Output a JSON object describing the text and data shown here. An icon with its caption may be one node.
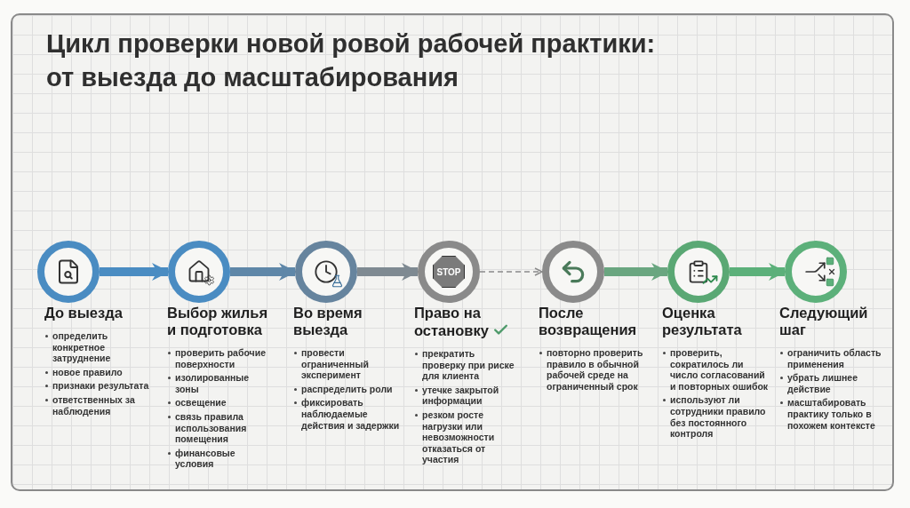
{
  "diagram": {
    "title": "Цикл проверки новой ровой рабочей практики: от выезда до масштабирования",
    "nodes": [
      {
        "text": [
          "До выезда"
        ]
      },
      {
        "text": [
          "Выбор жилья и подготовка"
        ]
      },
      {
        "text": [
          "Во время выезда"
        ]
      },
      {
        "text": [
          "Право на остановку"
        ]
      },
      {
        "text": [
          "После возвращения"
        ]
      },
      {
        "text": [
          "Оценка результата"
        ]
      },
      {
        "text": [
          "Следующий шаг"
        ]
      }
    ],
    "edges": [
      {
        "from": 0,
        "to": 1,
        "arrow": "to",
        "color": "#4a8cc2"
      },
      {
        "from": 1,
        "to": 2,
        "arrow": "to",
        "color": "#5f87a8"
      },
      {
        "from": 2,
        "to": 3,
        "arrow": "to",
        "color": "#7f8a92"
      },
      {
        "from": 3,
        "to": 4,
        "arrow": "to",
        "style": "dashed",
        "color": "#8a8a8a"
      },
      {
        "from": 4,
        "to": 5,
        "arrow": "to",
        "color": "#6aa680"
      },
      {
        "from": 5,
        "to": 6,
        "arrow": "to",
        "color": "#5cb07a"
      }
    ],
    "labels": [
      "STOP",
      "определить конкретное затруднение",
      "новое правило",
      "признаки результата",
      "ответственных за наблюдения",
      "проверить рабочие поверхности",
      "изолированные зоны",
      "освещение",
      "связь правила использования помещения",
      "финансовые условия",
      "провести ограниченный эксперимент",
      "распределить роли",
      "фиксировать наблюдаемые действия и задержки",
      "прекратить проверку при риске для клиента",
      "утечке закрытой информации",
      "резком росте нагрузки или невозможности отказаться от участия",
      "повторно проверить правило в обычной рабочей среде на ограниченный срок",
      "проверить, сократилось ли число согласований и повторных ошибок",
      "используют ли сотрудники правило без постоянного контроля",
      "ограничить область применения",
      "убрать лишнее действие",
      "масштабировать практику только в похожем контексте"
    ]
  }
}
